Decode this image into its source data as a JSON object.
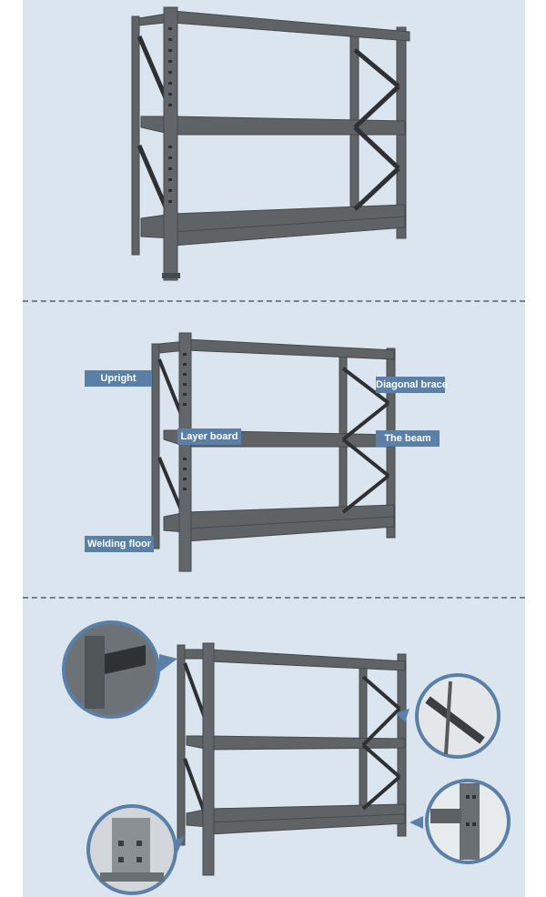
{
  "colors": {
    "background": "#dbe5ef",
    "rack": "#5f6366",
    "label_bg": "#5b80a8",
    "callout_ring": "#5b80a8"
  },
  "labels": {
    "upright": "Upright",
    "diagonal_brace": "Diagonal brace",
    "layer_board": "Layer board",
    "the_beam": "The beam",
    "welding_floor": "Welding floor"
  }
}
